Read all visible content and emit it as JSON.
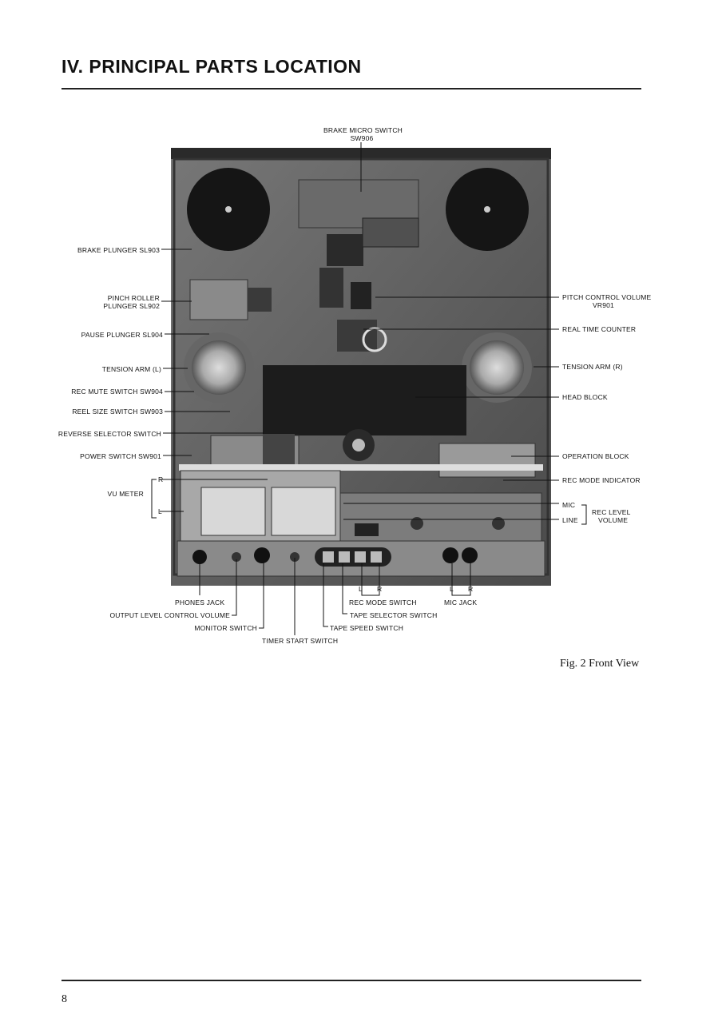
{
  "header": {
    "title": "IV. PRINCIPAL PARTS LOCATION"
  },
  "labels": {
    "brake_micro_switch": "BRAKE MICRO SWITCH",
    "sw906": "SW906",
    "brake_plunger": "BRAKE PLUNGER SL903",
    "pinch_roller": "PINCH ROLLER",
    "plunger_sl902": "PLUNGER SL902",
    "pause_plunger": "PAUSE PLUNGER SL904",
    "tension_arm_l": "TENSION ARM (L)",
    "rec_mute_switch": "REC MUTE SWITCH SW904",
    "reel_size_switch": "REEL SIZE SWITCH SW903",
    "reverse_selector_switch": "REVERSE SELECTOR SWITCH",
    "power_switch": "POWER SWITCH SW901",
    "vu_meter": "VU METER",
    "vu_r": "R",
    "vu_l": "L",
    "pitch_control_volume": "PITCH CONTROL VOLUME",
    "vr901": "VR901",
    "real_time_counter": "REAL TIME COUNTER",
    "tension_arm_r": "TENSION ARM (R)",
    "head_block": "HEAD BLOCK",
    "operation_block": "OPERATION BLOCK",
    "rec_mode_indicator": "REC MODE INDICATOR",
    "mic": "MIC",
    "line": "LINE",
    "rec_level": "REC LEVEL",
    "volume": "VOLUME",
    "phones_jack": "PHONES JACK",
    "output_level_control_volume": "OUTPUT LEVEL CONTROL VOLUME",
    "monitor_switch": "MONITOR SWITCH",
    "timer_start_switch": "TIMER START SWITCH",
    "rec_mode_l": "L",
    "rec_mode_r": "R",
    "rec_mode_switch": "REC MODE SWITCH",
    "tape_selector_switch": "TAPE SELECTOR SWITCH",
    "tape_speed_switch": "TAPE SPEED SWITCH",
    "mic_jack_l": "L",
    "mic_jack_r": "R",
    "mic_jack": "MIC JACK"
  },
  "figure": {
    "caption": "Fig. 2   Front View"
  },
  "footer": {
    "page_number": "8"
  }
}
